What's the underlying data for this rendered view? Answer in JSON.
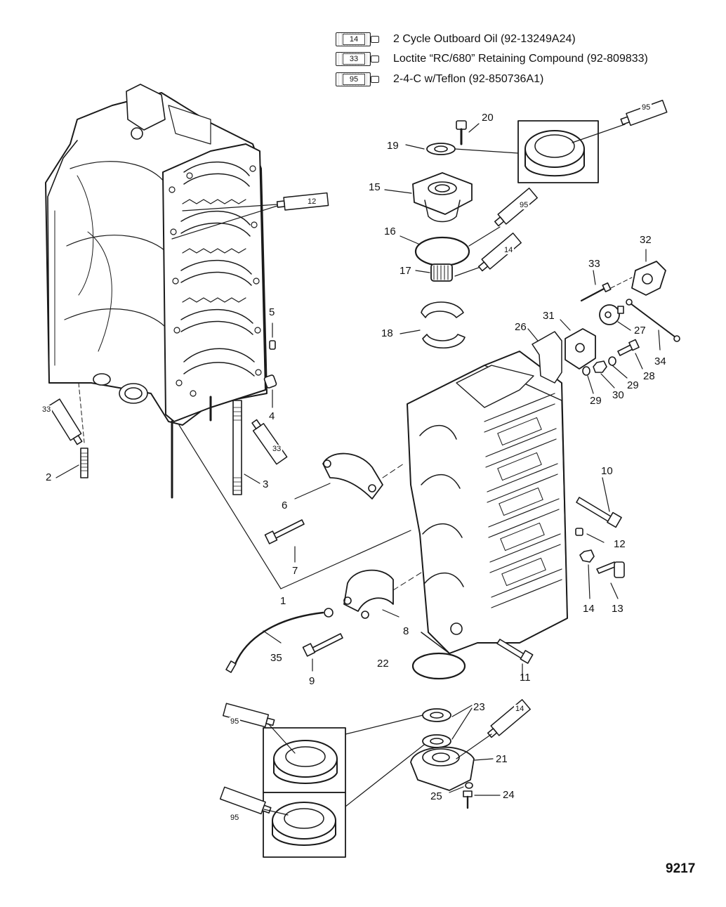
{
  "legend": [
    {
      "tube_number": "14",
      "text": "2 Cycle Outboard Oil (92-13249A24)"
    },
    {
      "tube_number": "33",
      "text": "Loctite “RC/680” Retaining Compound (92-809833)"
    },
    {
      "tube_number": "95",
      "text": "2-4-C w/Teflon (92-850736A1)"
    }
  ],
  "callouts": {
    "c1": "1",
    "c2": "2",
    "c3": "3",
    "c4": "4",
    "c5": "5",
    "c6": "6",
    "c7": "7",
    "c8": "8",
    "c9": "9",
    "c10": "10",
    "c11": "11",
    "c12": "12",
    "c13": "13",
    "c14": "14",
    "c15": "15",
    "c16": "16",
    "c17": "17",
    "c18": "18",
    "c19": "19",
    "c20": "20",
    "c21": "21",
    "c22": "22",
    "c23": "23",
    "c24": "24",
    "c25": "25",
    "c26": "26",
    "c27": "27",
    "c28": "28",
    "c29a": "29",
    "c29b": "29",
    "c30": "30",
    "c31": "31",
    "c32": "32",
    "c33": "33",
    "c34": "34",
    "c35": "35"
  },
  "tubes": {
    "t95_seal_top": "95",
    "t12_block": "12",
    "t95_oring": "95",
    "t14_bearing": "14",
    "t33_stud_left": "33",
    "t33_dowel": "33",
    "t95_seal_lower": "95",
    "t95_seal_bottom": "95",
    "t14_housing": "14"
  },
  "figure_number": "9217",
  "colors": {
    "line": "#1a1a1a",
    "fill": "#ffffff",
    "shade": "#d9d9d9"
  }
}
